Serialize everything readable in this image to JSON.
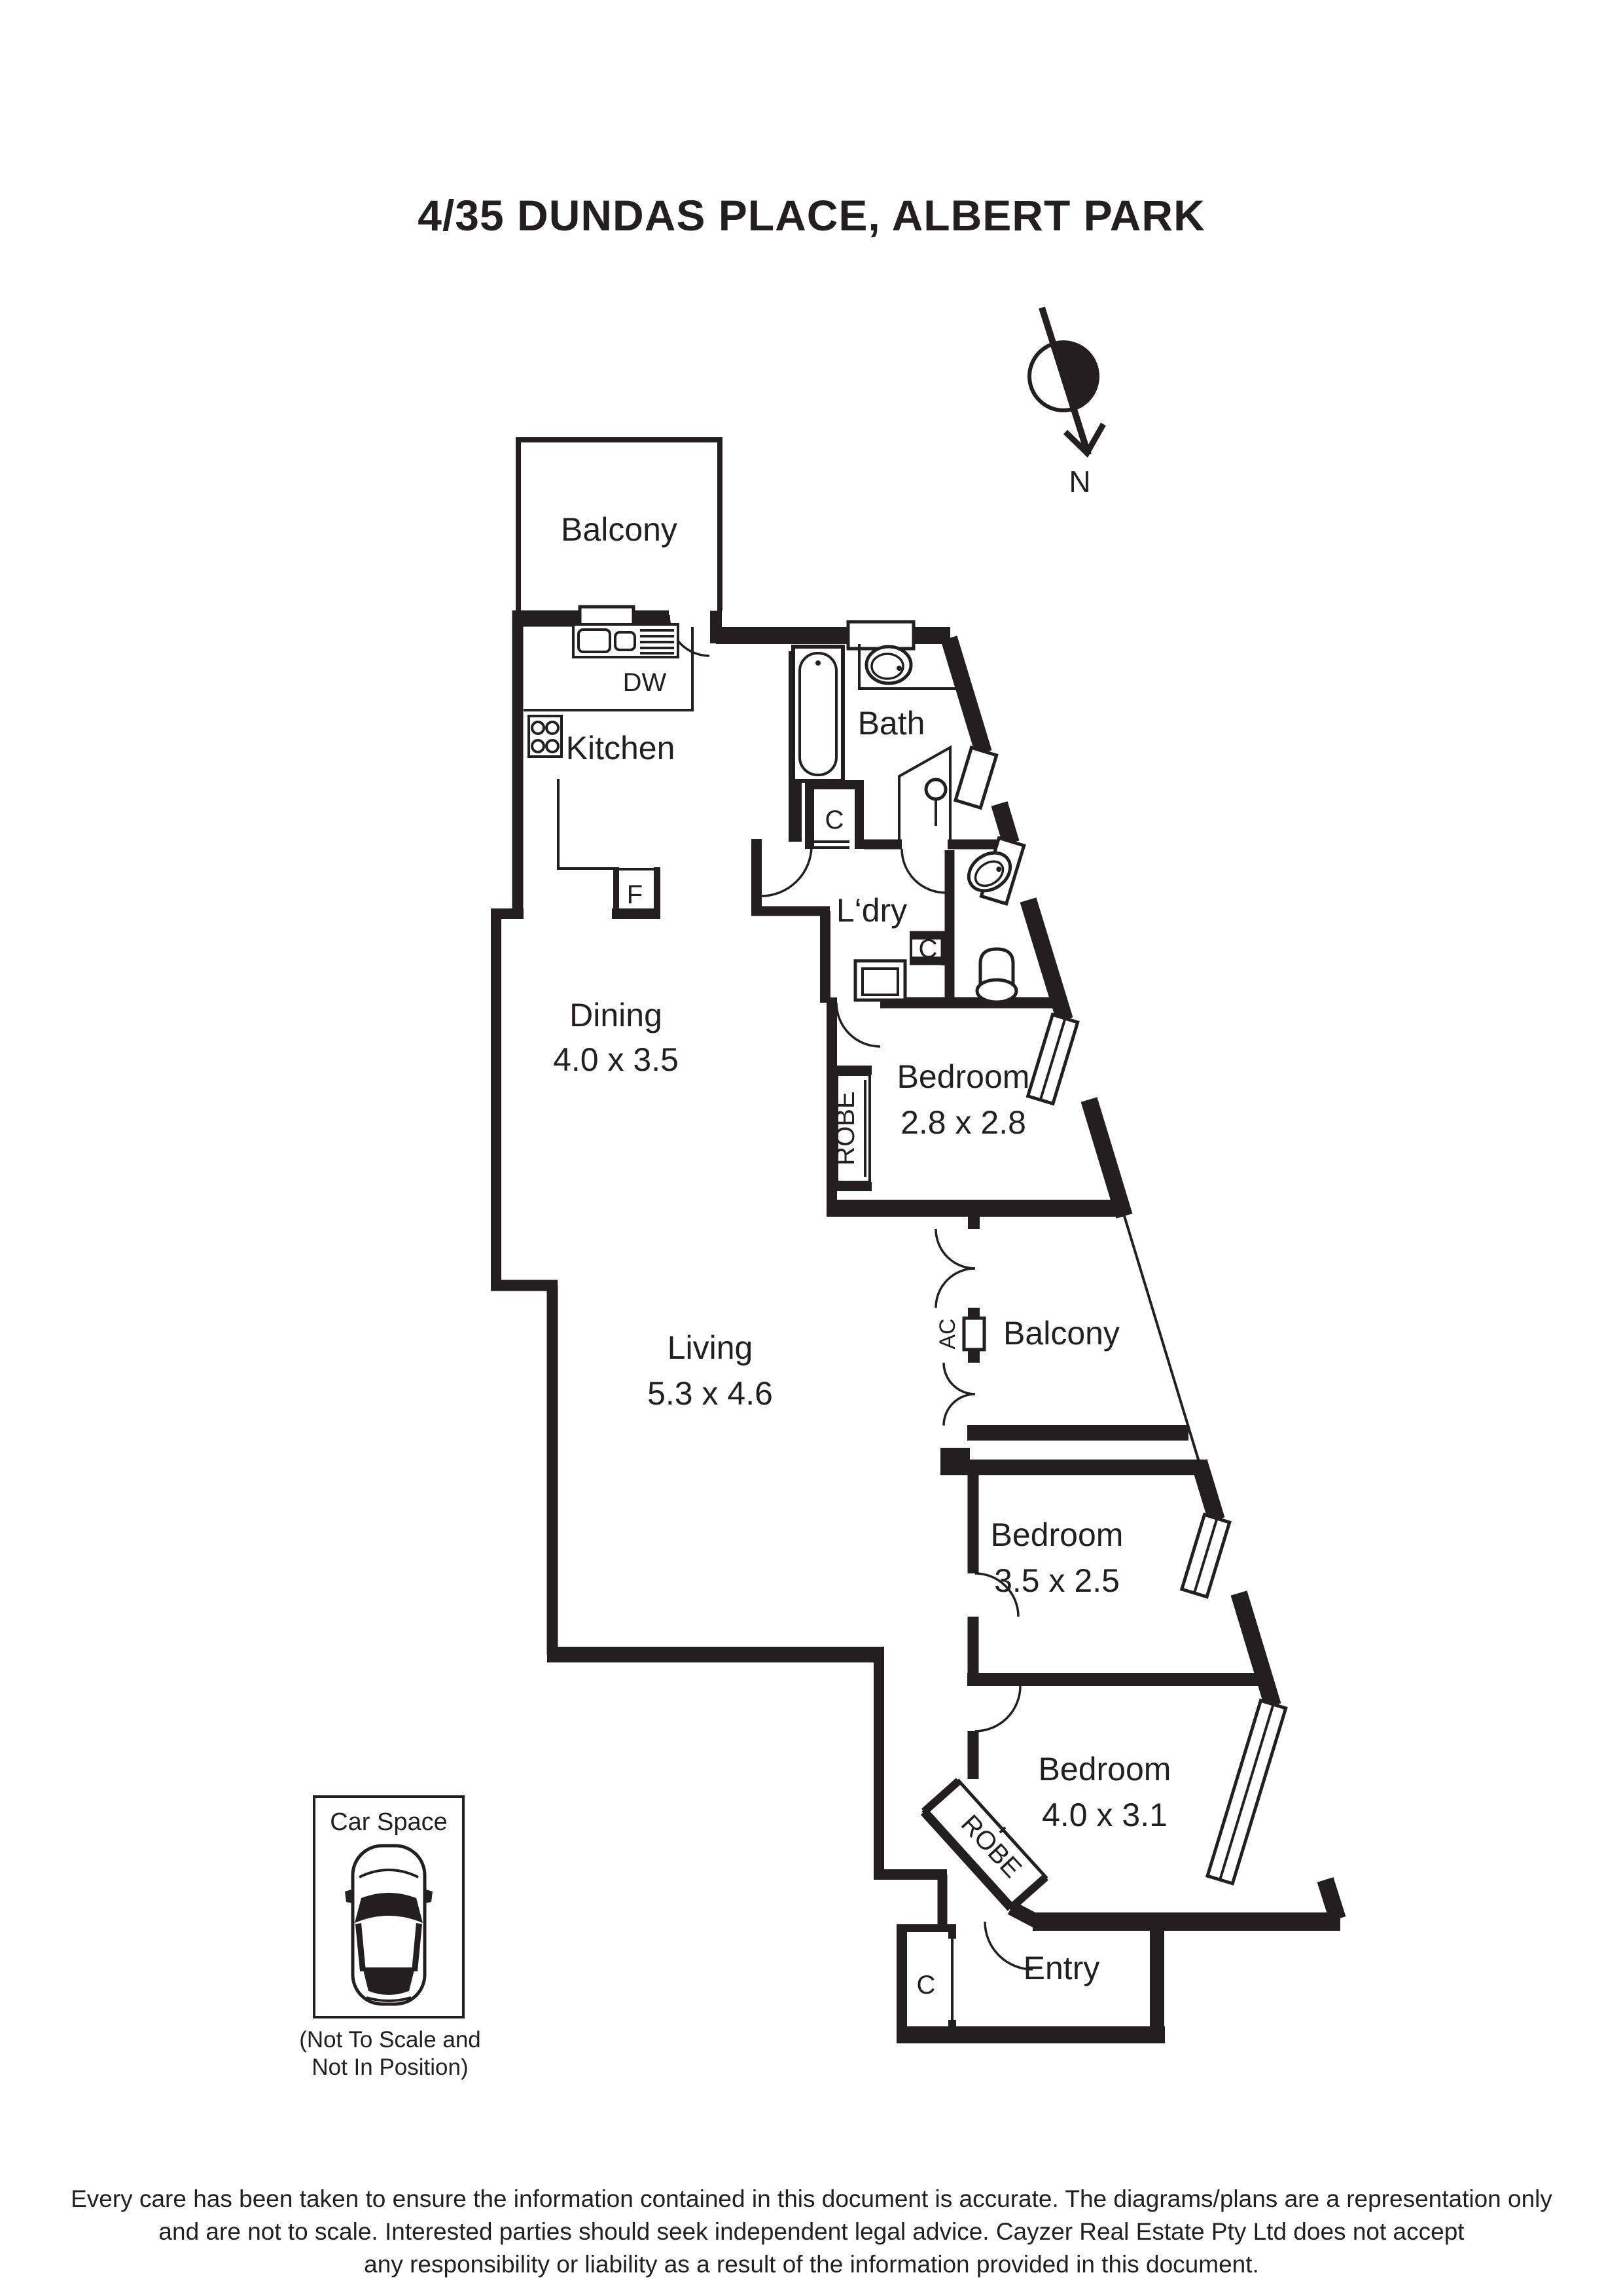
{
  "title": "4/35 DUNDAS PLACE, ALBERT PARK",
  "compass_n": "N",
  "rooms": {
    "balcony_top": "Balcony",
    "kitchen": "Kitchen",
    "bath": "Bath",
    "laundry": "L‘dry",
    "dining": {
      "name": "Dining",
      "dims": "4.0 x 3.5"
    },
    "bedroom1": {
      "name": "Bedroom",
      "dims": "2.8 x 2.8"
    },
    "balcony_mid": "Balcony",
    "living": {
      "name": "Living",
      "dims": "5.3 x 4.6"
    },
    "bedroom2": {
      "name": "Bedroom",
      "dims": "3.5 x 2.5"
    },
    "bedroom3": {
      "name": "Bedroom",
      "dims": "4.0 x 3.1"
    },
    "entry": "Entry"
  },
  "labels": {
    "dw": "DW",
    "fridge": "F",
    "closet": "C",
    "robe": "ROBE",
    "ac": "AC"
  },
  "car_space": {
    "title": "Car Space",
    "note1": "(Not To Scale and",
    "note2": "Not In Position)"
  },
  "disclaimer": {
    "line1": "Every care has been taken to ensure the information contained in this document is accurate. The diagrams/plans are a representation only",
    "line2": "and are not to scale. Interested parties should seek independent legal advice. Cayzer Real Estate Pty Ltd does not accept",
    "line3": "any responsibility or liability as a result of the information provided in this document."
  },
  "colors": {
    "ink": "#231f20",
    "paper": "#ffffff"
  }
}
